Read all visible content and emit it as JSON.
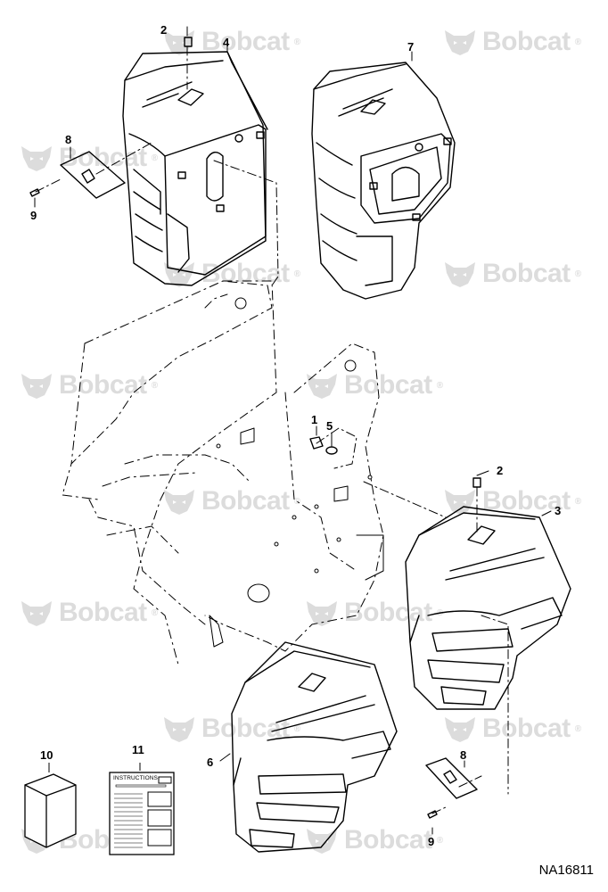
{
  "watermark": {
    "text": "Bobcat",
    "icon": "bobcat-head-logo",
    "color": "#dcdcdc"
  },
  "callouts": {
    "c1": "1",
    "c2a": "2",
    "c2b": "2",
    "c3": "3",
    "c4": "4",
    "c5": "5",
    "c6": "6",
    "c7": "7",
    "c8a": "8",
    "c8b": "8",
    "c9a": "9",
    "c9b": "9",
    "c10": "10",
    "c11": "11"
  },
  "instructions_card": {
    "title": "INSTRUCTIONS"
  },
  "figure_id": "NA16811"
}
